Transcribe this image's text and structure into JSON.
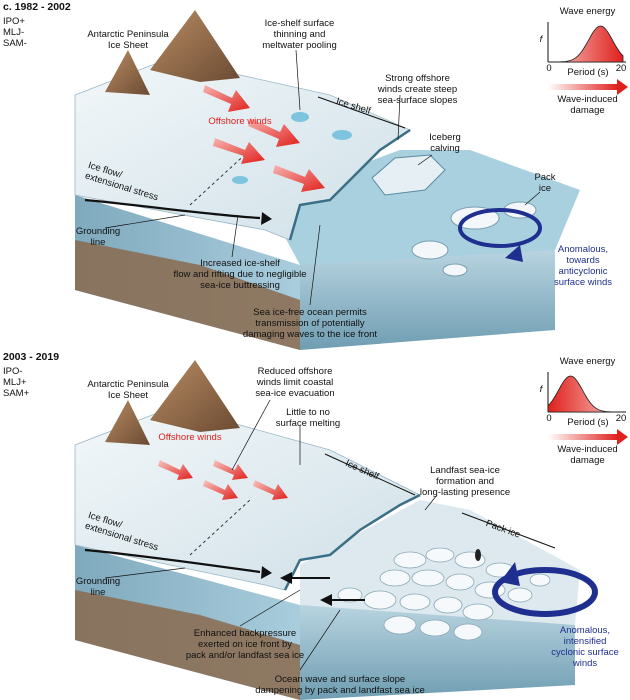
{
  "panels": [
    {
      "period": "c. 1982 - 2002",
      "indices": [
        "IPO+",
        "MLJ-",
        "SAM-"
      ],
      "labels": {
        "ice_sheet": "Antarctic Peninsula\nIce Sheet",
        "surface": "Ice-shelf surface\nthinning and\nmeltwater pooling",
        "offshore_winds": "Offshore winds",
        "ice_shelf": "Ice shelf",
        "strong_winds": "Strong offshore\nwinds create steep\nsea-surface slopes",
        "iceberg": "Iceberg\ncalving",
        "pack_ice": "Pack\nice",
        "ice_flow": "Ice flow/\nextensional stress",
        "grounding": "Grounding\nline",
        "flow_rifting": "Increased ice-shelf\nflow and rifting due to negligible\nsea-ice buttressing",
        "anomalous": "Anomalous,\ntowards\nanticyclonic\nsurface winds",
        "ocean": "Sea ice-free ocean permits\ntransmission of potentially\ndamaging waves to the ice front"
      },
      "wave": {
        "title": "Wave energy",
        "ylabel": "f",
        "xlabel": "Period (s)",
        "x0": "0",
        "x1": "20",
        "damage": "Wave-induced\ndamage",
        "peak_period": 14
      }
    },
    {
      "period": "2003 - 2019",
      "indices": [
        "IPO-",
        "MLJ+",
        "SAM+"
      ],
      "labels": {
        "ice_sheet": "Antarctic Peninsula\nIce Sheet",
        "reduced": "Reduced offshore\nwinds limit coastal\nsea-ice evacuation",
        "offshore_winds": "Offshore winds",
        "little": "Little to no\nsurface melting",
        "ice_shelf": "Ice shelf",
        "landfast": "Landfast sea-ice\nformation and\nlong-lasting presence",
        "pack_ice": "Pack ice",
        "ice_flow": "Ice flow/\nextensional stress",
        "grounding": "Grounding\nline",
        "backpressure": "Enhanced backpressure\nexerted on ice front by\npack and/or landfast sea ice",
        "anomalous": "Anomalous,\nintensified\ncyclonic surface\nwinds",
        "dampening": "Ocean wave and surface slope\ndampening by pack and landfast sea ice"
      },
      "wave": {
        "title": "Wave energy",
        "ylabel": "f",
        "xlabel": "Period (s)",
        "x0": "0",
        "x1": "20",
        "damage": "Wave-induced\ndamage",
        "peak_period": 6
      }
    }
  ],
  "colors": {
    "red": "#e0201c",
    "blue": "#1f2f8f",
    "ice": "#dce9ee",
    "ocean": "#9cc6d8",
    "rock": "#8a6a4d"
  }
}
